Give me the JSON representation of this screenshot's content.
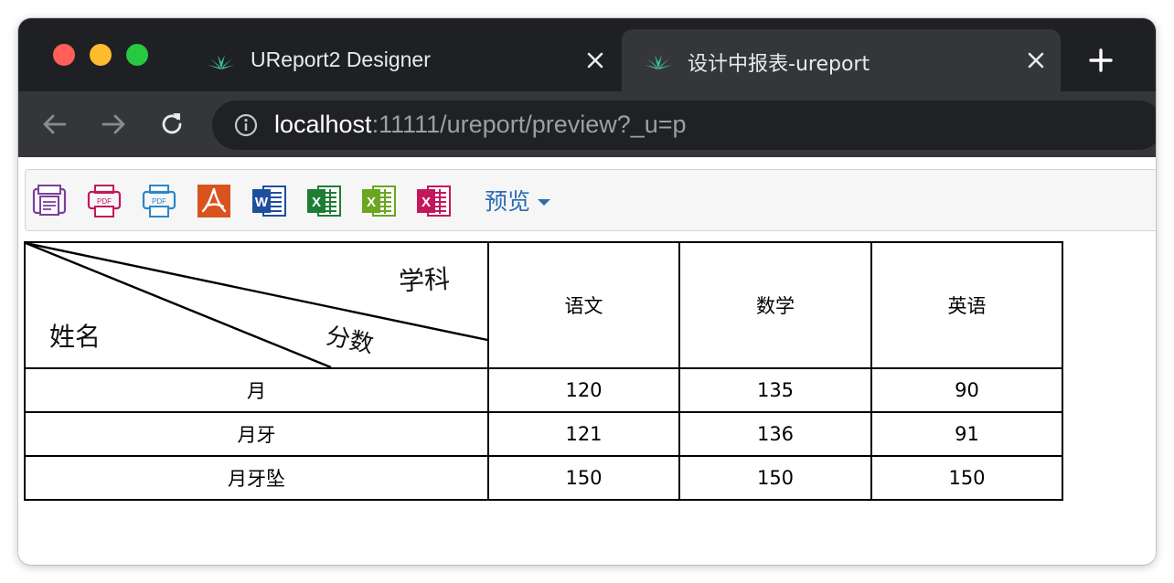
{
  "browser": {
    "tabs": [
      {
        "title": "UReport2 Designer",
        "active": false
      },
      {
        "title": "设计中报表-ureport",
        "active": true
      }
    ],
    "url_host": "localhost",
    "url_rest": ":11111/ureport/preview?_u=p"
  },
  "report_toolbar": {
    "buttons": [
      {
        "name": "print-preview-icon",
        "color": "#7b3f9e"
      },
      {
        "name": "print-pdf-icon",
        "color": "#c2185b"
      },
      {
        "name": "print-pdf-preview-icon",
        "color": "#2a86c9"
      },
      {
        "name": "export-pdf-icon",
        "color": "#d9531e"
      },
      {
        "name": "export-word-icon",
        "color": "#1f4e9c"
      },
      {
        "name": "export-excel-icon",
        "color": "#1e7d34"
      },
      {
        "name": "export-excel-paged-icon",
        "color": "#6aa61f"
      },
      {
        "name": "export-excel-sheets-icon",
        "color": "#c2185b"
      }
    ],
    "preview_label": "预览"
  },
  "report": {
    "header": {
      "slash_labels": {
        "subject": "学科",
        "name": "姓名",
        "score": "分数"
      },
      "columns": [
        "语文",
        "数学",
        "英语"
      ]
    },
    "rows": [
      {
        "name": "月",
        "scores": [
          "120",
          "135",
          "90"
        ]
      },
      {
        "name": "月牙",
        "scores": [
          "121",
          "136",
          "91"
        ]
      },
      {
        "name": "月牙坠",
        "scores": [
          "150",
          "150",
          "150"
        ]
      }
    ]
  }
}
